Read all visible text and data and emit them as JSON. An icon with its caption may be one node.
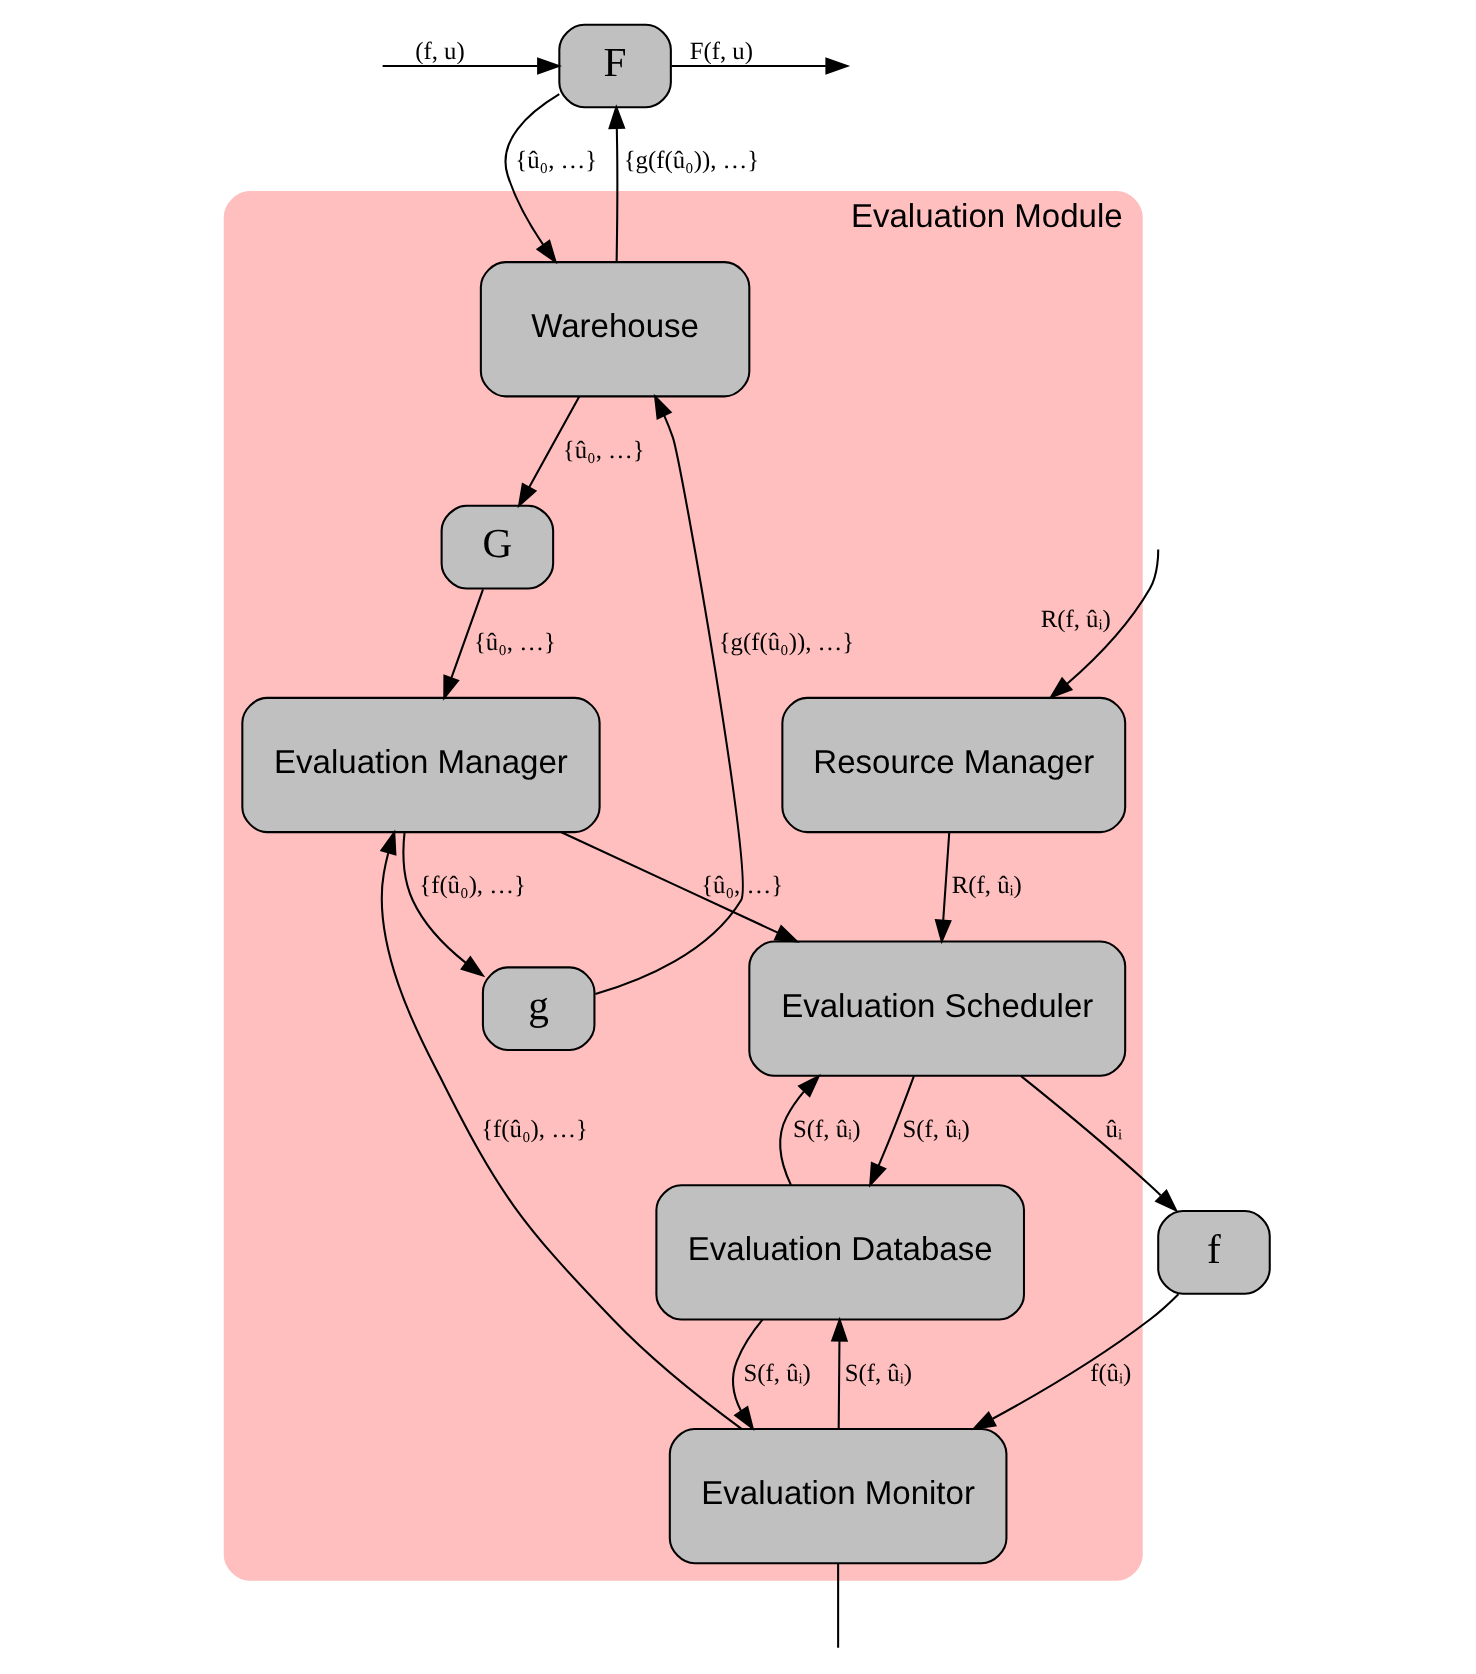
{
  "diagram": {
    "nodes": [
      {
        "text": [
          "F"
        ]
      },
      {
        "text": [
          "Evaluation Module"
        ]
      },
      {
        "text": [
          "Warehouse"
        ],
        "in": 1
      },
      {
        "text": [
          "G"
        ],
        "in": 1
      },
      {
        "text": [
          "g"
        ],
        "in": 1
      },
      {
        "text": [
          "Resource Manager"
        ],
        "in": 1
      },
      {
        "text": [
          "Evaluation Manager"
        ],
        "in": 1
      },
      {
        "text": [
          "Evaluation Scheduler"
        ],
        "in": 1
      },
      {
        "text": [
          "Evaluation Monitor"
        ],
        "in": 1
      },
      {
        "text": [
          "Evaluation Database"
        ],
        "in": 1
      },
      {
        "text": [
          "f"
        ]
      }
    ],
    "edges": [
      {
        "from": null,
        "to": 0,
        "arrow": "to",
        "label": "(f, u)"
      },
      {
        "from": 0,
        "to": null,
        "arrow": "to",
        "label": "F(f, u)"
      },
      {
        "from": 0,
        "to": 2,
        "arrow": "to",
        "label": "{û₀, …}"
      },
      {
        "from": 2,
        "to": 0,
        "arrow": "to",
        "label": "{g(f(û₀)), …}"
      },
      {
        "from": 2,
        "to": 3,
        "arrow": "to",
        "label": "{û₀, …}"
      },
      {
        "from": 4,
        "to": 2,
        "arrow": "to",
        "label": "{g(f(û₀)), …}"
      },
      {
        "from": 3,
        "to": 6,
        "arrow": "to",
        "label": "{û₀, …}"
      },
      {
        "from": 6,
        "to": 4,
        "arrow": "to",
        "label": "{f(û₀), …}"
      },
      {
        "from": 5,
        "to": 7,
        "arrow": "to",
        "label": "R(f, ûᵢ)"
      },
      {
        "from": 6,
        "to": 7,
        "arrow": "to",
        "label": "{û₀, …}"
      },
      {
        "from": 8,
        "to": 6,
        "arrow": "to",
        "label": "{f(û₀), …}"
      },
      {
        "from": 7,
        "to": 9,
        "arrow": "to",
        "label": "S(f, ûᵢ)"
      },
      {
        "from": 9,
        "to": 7,
        "arrow": "to",
        "label": "S(f, ûᵢ)"
      },
      {
        "from": 8,
        "to": 9,
        "arrow": "to",
        "label": "S(f, ûᵢ)"
      },
      {
        "from": 9,
        "to": 8,
        "arrow": "to",
        "label": "S(f, ûᵢ)"
      },
      {
        "from": 10,
        "to": 8,
        "arrow": "to",
        "label": "f(ûᵢ)"
      },
      {
        "from": 7,
        "to": 10,
        "arrow": "to",
        "label": "ûᵢ"
      },
      {
        "from": null,
        "to": 5,
        "arrow": "to",
        "label": "R(f, ûᵢ)"
      },
      {
        "from": 8,
        "to": null,
        "arrow": "none"
      }
    ]
  }
}
